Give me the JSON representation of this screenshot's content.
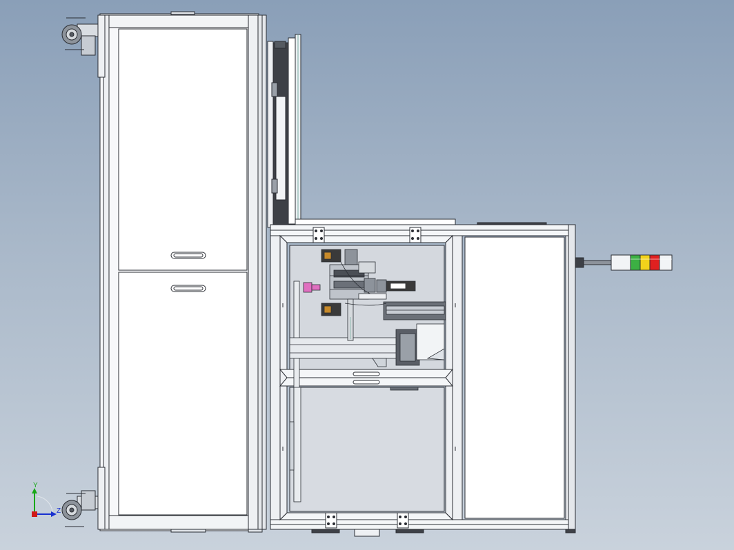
{
  "viewport": {
    "background_top": "#8a9fb8",
    "background_bottom": "#c9d2dc"
  },
  "colors": {
    "frame_fill": "#f4f6f8",
    "frame_stroke": "#2a2d33",
    "panel_fill": "#ffffff",
    "interior_fill": "#d4d8de",
    "signal_green": "#3cb043",
    "signal_yellow": "#f2d21b",
    "signal_red": "#e02020",
    "axis_x": "#d01818",
    "axis_y": "#18a818",
    "axis_z": "#1830d0",
    "pink_part": "#e070c0",
    "dark_part": "#3a3a3a",
    "orange_part": "#c88a2a"
  },
  "triad": {
    "y_label": "Y",
    "z_label": "Z"
  },
  "components": {
    "left_cabinet": "left-cabinet",
    "signal_tower": "signal-tower",
    "work_station": "work-station"
  }
}
